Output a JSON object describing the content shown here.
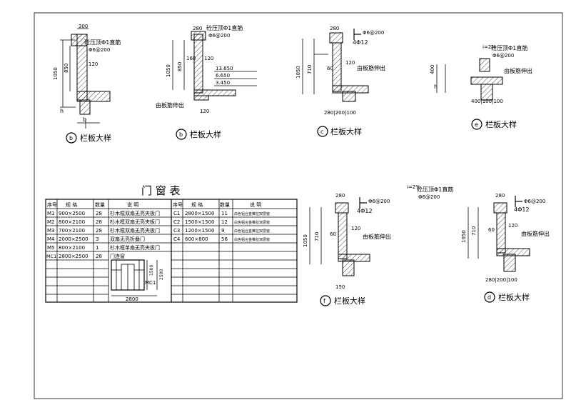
{
  "railing_label": "栏板大样",
  "detail_letters": [
    "b",
    "b",
    "c",
    "e",
    "f",
    "d"
  ],
  "annotations": {
    "coping": "砼压顶Φ1直筋",
    "coping_rebar": "Φ6@200",
    "slope": "i=2%",
    "slab_extend": "由板筋伸出",
    "bar_4d12": "4Φ12"
  },
  "dims": {
    "d300": "300",
    "d280": "280",
    "d120": "120",
    "d1050": "1050",
    "d850": "850",
    "d100": "100",
    "d160": "160",
    "d710": "710",
    "d60": "60",
    "d200": "200",
    "d400": "400",
    "d150": "150",
    "h": "h",
    "b": "b",
    "e3650": "13.650",
    "e6650": "6.650",
    "e3450": "3.450",
    "d280_100": "280|200|100",
    "d400_100": "400|100|100"
  },
  "table": {
    "title": "门 窗 表",
    "headers_left": [
      "序号",
      "规  格",
      "数量",
      "说      明"
    ],
    "headers_right": [
      "序号",
      "规  格",
      "数量",
      "说      明"
    ],
    "rows_left": [
      [
        "M1",
        "900×2500",
        "28",
        "杉木框双扇无亮夹板门"
      ],
      [
        "M2",
        "800×2100",
        "28",
        "杉木框双扇无亮夹板门"
      ],
      [
        "M3",
        "700×2100",
        "28",
        "杉木框双扇无亮夹板门"
      ],
      [
        "M4",
        "2000×2500",
        "3",
        "双扇无亮折叠门"
      ],
      [
        "M5",
        "800×2100",
        "1",
        "杉木框单扇无亮夹板门"
      ],
      [
        "MC1",
        "2800×2500",
        "28",
        "门连窗"
      ]
    ],
    "rows_right": [
      [
        "C1",
        "2800×1500",
        "11",
        "白色铝合金推拉双层窗"
      ],
      [
        "C2",
        "1500×1500",
        "12",
        "白色铝合金推拉双层窗"
      ],
      [
        "C3",
        "1200×1500",
        "9",
        "白色铝合金推拉双层窗"
      ],
      [
        "C4",
        "600×800",
        "56",
        "白色铝合金推拉双层窗"
      ]
    ],
    "mc1_label": "MC1",
    "mc1_width": "2800",
    "mc1_h1": "1500",
    "mc1_h2": "2500"
  }
}
